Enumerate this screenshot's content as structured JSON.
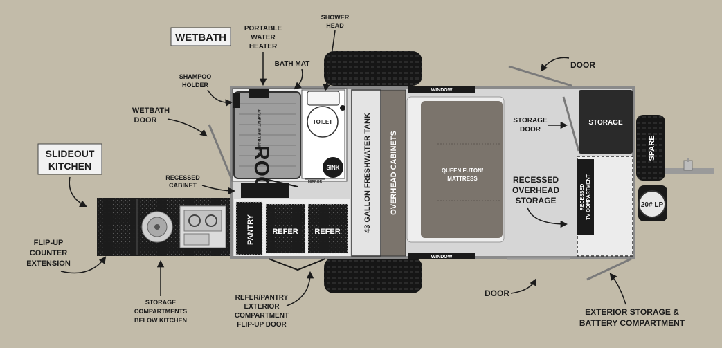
{
  "colors": {
    "background": "#c2bba9",
    "floor": "#d8d8d8",
    "dark": "#1e1e1e",
    "wall": "#8a8a8a"
  },
  "callouts": {
    "wetbath": "WETBATH",
    "slideout_kitchen_1": "SLIDEOUT",
    "slideout_kitchen_2": "KITCHEN"
  },
  "labels": {
    "shower_head_1": "SHOWER",
    "shower_head_2": "HEAD",
    "water_heater_1": "PORTABLE",
    "water_heater_2": "WATER",
    "water_heater_3": "HEATER",
    "bath_mat": "BATH MAT",
    "shampoo_1": "SHAMPOO",
    "shampoo_2": "HOLDER",
    "wetbath_door_1": "WETBATH",
    "wetbath_door_2": "DOOR",
    "recessed_cabinet_1": "RECESSED",
    "recessed_cabinet_2": "CABINET",
    "flip_up_1": "FLIP-UP",
    "flip_up_2": "COUNTER",
    "flip_up_3": "EXTENSION",
    "storage_kitchen_1": "STORAGE",
    "storage_kitchen_2": "COMPARTMENTS",
    "storage_kitchen_3": "BELOW KITCHEN",
    "refer_door_1": "REFER/PANTRY",
    "refer_door_2": "EXTERIOR",
    "refer_door_3": "COMPARTMENT",
    "refer_door_4": "FLIP-UP DOOR",
    "door_top": "DOOR",
    "door_bottom": "DOOR",
    "storage_door_1": "STORAGE",
    "storage_door_2": "DOOR",
    "recessed_overhead_1": "RECESSED",
    "recessed_overhead_2": "OVERHEAD",
    "recessed_overhead_3": "STORAGE",
    "exterior_storage_1": "EXTERIOR STORAGE &",
    "exterior_storage_2": "BATTERY COMPARTMENT"
  },
  "interior": {
    "toilet": "TOILET",
    "sink": "SINK",
    "mirror": "MIRROR",
    "pantry": "PANTRY",
    "refer_1": "REFER",
    "refer_2": "REFER",
    "fresh_tank": "43 GALLON FRESHWATER TANK",
    "overhead_cabinets": "OVERHEAD CABINETS",
    "window_top": "WINDOW",
    "window_bottom": "WINDOW",
    "futon_1": "QUEEN FUTON/",
    "futon_2": "MATTRESS",
    "storage": "STORAGE",
    "tv_1": "RECESSED",
    "tv_2": "TV COMPARTMENT",
    "spare": "SPARE",
    "lp": "20# LP",
    "logo": "ROG",
    "logo_sub": "ADVENTURE TRAILERS"
  }
}
